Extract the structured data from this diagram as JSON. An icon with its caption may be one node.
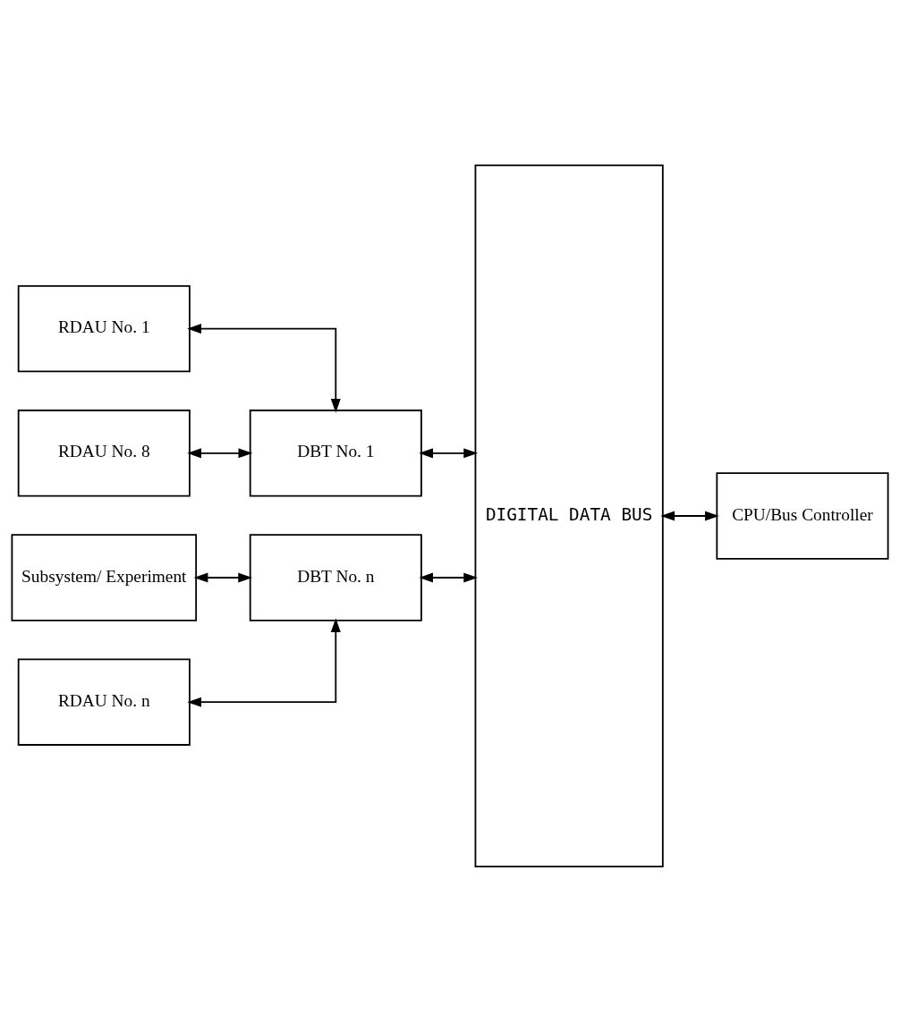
{
  "diagram": {
    "nodes": [
      {
        "text": [
          "RDAU No. 1"
        ]
      },
      {
        "text": [
          "DBT No. 1"
        ]
      },
      {
        "text": [
          "RDAU No. 8"
        ]
      },
      {
        "text": [
          "Subsystem/ Experiment"
        ]
      },
      {
        "text": [
          "DBT No. n"
        ]
      },
      {
        "text": [
          "RDAU No. n"
        ]
      },
      {
        "text": [
          "DIGITAL DATA BUS"
        ]
      },
      {
        "text": [
          "CPU/Bus Controller"
        ]
      }
    ],
    "edges": [
      {
        "from": 0,
        "to": 1,
        "arrow": "both"
      },
      {
        "from": 2,
        "to": 1,
        "arrow": "both"
      },
      {
        "from": 1,
        "to": 6,
        "arrow": "both"
      },
      {
        "from": 3,
        "to": 4,
        "arrow": "both"
      },
      {
        "from": 5,
        "to": 4,
        "arrow": "both"
      },
      {
        "from": 4,
        "to": 6,
        "arrow": "both"
      },
      {
        "from": 6,
        "to": 7,
        "arrow": "both"
      }
    ]
  }
}
